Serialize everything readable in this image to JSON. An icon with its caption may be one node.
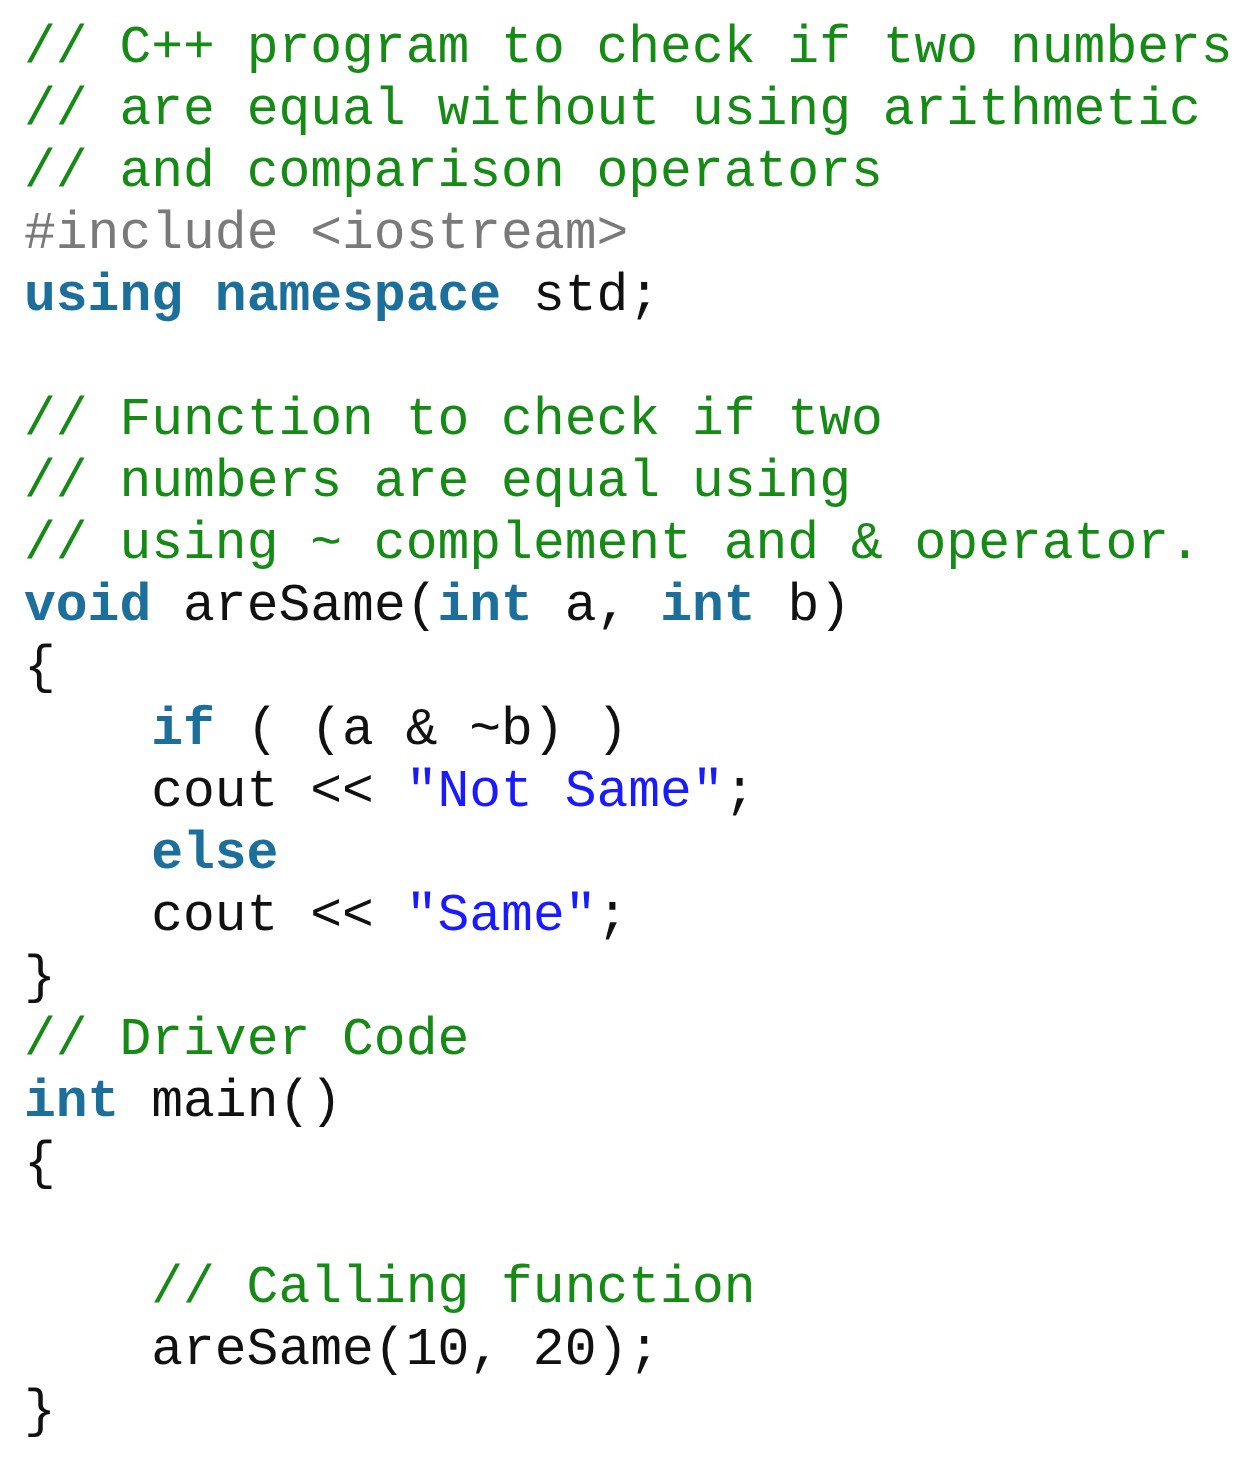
{
  "diagram": {
    "labels": [
      "// C++ program to check if two numbers",
      "// are equal without using arithmetic",
      "// and comparison operators",
      "#include <iostream>",
      "**using** **namespace** std;",
      "// Function to check if two",
      "// numbers are equal using",
      "// using ~ complement and & operator.",
      "**void** areSame(**int** a, **int** b)",
      "{",
      "**if** ( (a & ~b) )",
      "cout << *\"Not Same\"*;",
      "**else**",
      "cout << *\"Same\"*;",
      "}",
      "// Driver Code",
      "**int** main()",
      "{",
      "// Calling function",
      "areSame(10, 20);",
      "}"
    ]
  }
}
